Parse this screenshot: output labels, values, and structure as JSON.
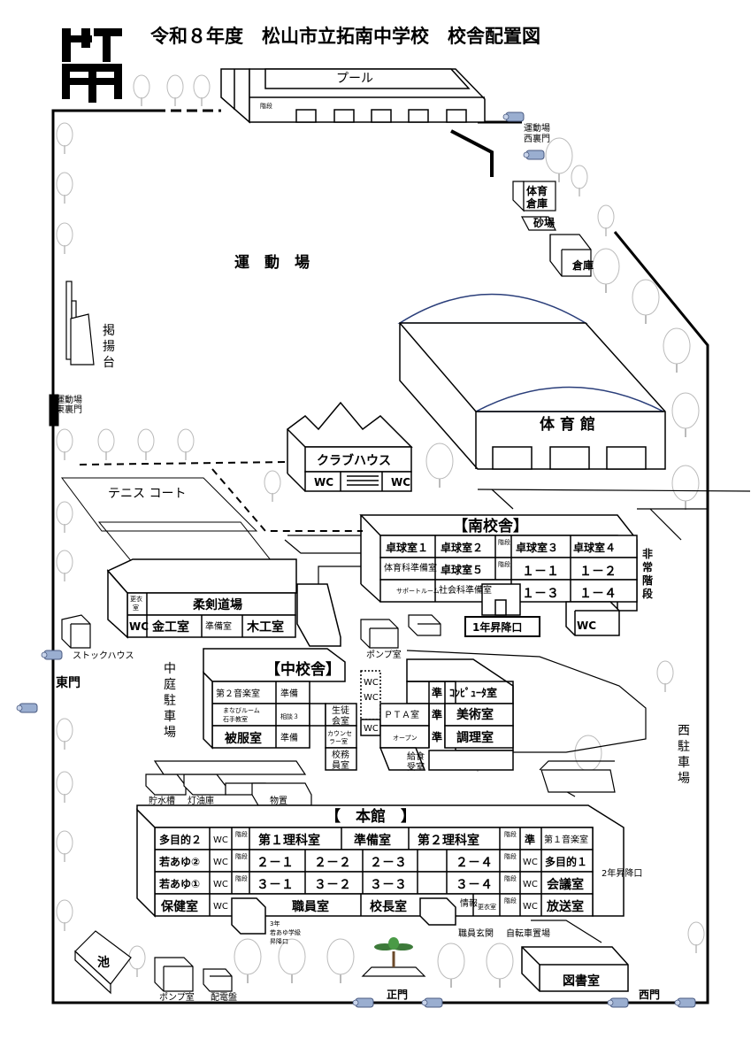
{
  "title": "令和８年度　松山市立拓南中学校　校舎配置図",
  "logo_text": "拓南",
  "outdoor": {
    "pool": "プール",
    "pool_stairs": "階段",
    "field": "運　動　場",
    "flag_stand": [
      "掲",
      "揚",
      "台"
    ],
    "east_back_gate": [
      "運動場",
      "東裏門"
    ],
    "west_back_gate": [
      "運動場",
      "西裏門"
    ],
    "sports_storage": [
      "体育",
      "倉庫"
    ],
    "sandpit": "砂場",
    "storage": "倉庫",
    "tennis": "テニス コート",
    "stock_house": "ストックハウス",
    "east_gate": "東門",
    "courtyard_parking": [
      "中",
      "庭",
      "駐",
      "車",
      "場"
    ],
    "west_parking": [
      "西",
      "駐",
      "車",
      "場"
    ],
    "pump_room_mid": "ポンプ室",
    "water_tank": "貯水槽",
    "oil_storage": "灯油庫",
    "storage_shed": "物置",
    "pond": "池",
    "pump_room_bottom": "ポンプ室",
    "switchboard": "配電盤",
    "main_gate": "正門",
    "west_gate": "西門",
    "bicycle_parking": "自転車置場",
    "staff_entrance": "職員玄関",
    "grade3_entrance": [
      "3年",
      "若あゆ学級",
      "昇降口"
    ],
    "grade2_entrance": "2年昇降口",
    "grade1_entrance": "1年昇降口",
    "emergency_stairs": [
      "非",
      "常",
      "階",
      "段"
    ]
  },
  "gym": "体 育 館",
  "clubhouse": {
    "name": "クラブハウス",
    "wc": "WC"
  },
  "south_building": {
    "title": "【南校舎】",
    "row1": [
      "卓球室１",
      "卓球室２",
      "階段",
      "卓球室３",
      "卓球室４"
    ],
    "row2": [
      "体育科準備室",
      "卓球室５",
      "階段",
      "１－１",
      "１－２"
    ],
    "row3": [
      "サポートルーム",
      "社会科準備室",
      "１－３",
      "１－４"
    ],
    "wc": "WC"
  },
  "budo": {
    "judo": "柔剣道場",
    "changing": [
      "更衣",
      "室"
    ],
    "wc": "WC",
    "metal": "金工室",
    "prep": "準備室",
    "wood": "木工室"
  },
  "middle_building": {
    "title": "【中校舎】",
    "music2": "第２音楽室",
    "prep": "準備",
    "manabi": [
      "まなびルーム",
      "石手教室"
    ],
    "consult": "相談３",
    "clothing": "被服室",
    "prep2": "準備",
    "student_council": [
      "生徒",
      "会室"
    ],
    "counselor": [
      "カウンセ",
      "ラー室"
    ],
    "admin": [
      "校務",
      "員室"
    ],
    "wc": "WC",
    "pta": "ＰＴＡ室",
    "open": "オープン",
    "prep_a": "準",
    "prep_b": "準",
    "prep_c": "準",
    "computer": "ｺﾝﾋﾟｭｰﾀ室",
    "art": "美術室",
    "cooking": "調理室",
    "lunch": [
      "給食",
      "受室"
    ]
  },
  "main_building": {
    "title": "【　本館　】",
    "row1": [
      "多目的２",
      "WC",
      "階段",
      "第１理科室",
      "準備室",
      "第２理科室",
      "階段",
      "準",
      "第１音楽室"
    ],
    "row2": [
      "若あゆ②",
      "WC",
      "階段",
      "２－１",
      "２－２",
      "２－３",
      "２－４",
      "階段",
      "WC",
      "多目的１"
    ],
    "row3": [
      "若あゆ①",
      "WC",
      "階段",
      "３－１",
      "３－２",
      "３－３",
      "３－４",
      "階段",
      "WC",
      "会議室"
    ],
    "row4": [
      "保健室",
      "WC",
      "職員室",
      "校長室",
      "情報",
      "更衣室",
      "階段",
      "WC",
      "放送室"
    ]
  },
  "library": "図書室"
}
